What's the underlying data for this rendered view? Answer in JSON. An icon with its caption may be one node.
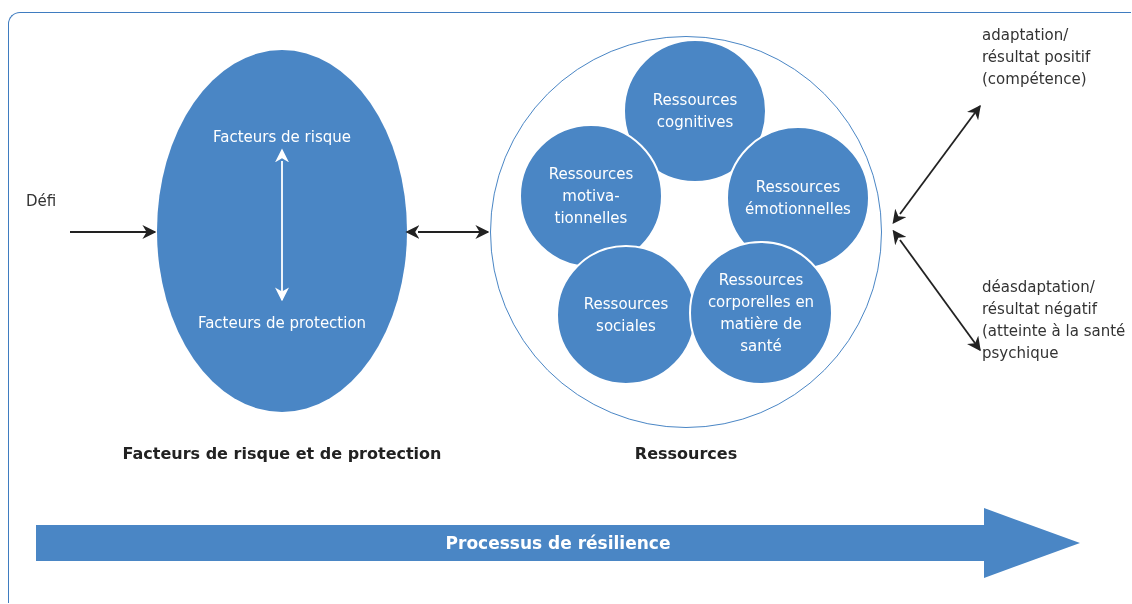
{
  "diagram": {
    "nodes": [
      {
        "text": [
          "Défi"
        ]
      },
      {
        "text": [],
        "shape": "ellipse"
      },
      {
        "text": [
          "Facteurs de risque"
        ],
        "in": 1
      },
      {
        "text": [
          "Facteurs de protection"
        ],
        "in": 1
      },
      {
        "text": [],
        "shape": "circle"
      },
      {
        "text": [
          "Ressources cognitives"
        ],
        "in": 4
      },
      {
        "text": [
          "Ressources motiva- tionnelles"
        ],
        "in": 4
      },
      {
        "text": [
          "Ressources émotionnelles"
        ],
        "in": 4
      },
      {
        "text": [
          "Ressources sociales"
        ],
        "in": 4
      },
      {
        "text": [
          "Ressources corporelles en matière de santé"
        ],
        "in": 4
      },
      {
        "text": [
          "adaptation/ résultat positif (compétence)"
        ]
      },
      {
        "text": [
          "déasdaptation/ résultat négatif (atteinte à la santé psychique"
        ]
      },
      {
        "text": [
          "Processus de résilience"
        ]
      }
    ],
    "edges": [
      {
        "from": 0,
        "to": 1,
        "arrow": "to"
      },
      {
        "from": 2,
        "to": 3,
        "arrow": "both",
        "color": "#ffffff"
      },
      {
        "from": 1,
        "to": 4,
        "arrow": "both"
      },
      {
        "from": 4,
        "to": 10,
        "arrow": "both"
      },
      {
        "from": 4,
        "to": 11,
        "arrow": "both"
      }
    ],
    "labels": [
      "Facteurs de risque et de protection",
      "Ressources"
    ]
  }
}
